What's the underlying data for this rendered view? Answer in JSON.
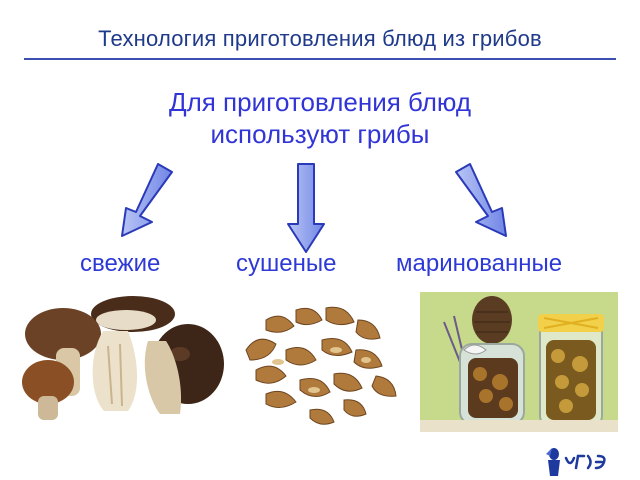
{
  "slide": {
    "title": "Технология приготовления блюд из грибов",
    "subtitle_line1": "Для приготовления блюд",
    "subtitle_line2": "используют грибы"
  },
  "categories": [
    {
      "label": "свежие"
    },
    {
      "label": "сушеные"
    },
    {
      "label": "маринованные"
    }
  ],
  "colors": {
    "title_text": "#1f3a8a",
    "subtitle_text": "#3235d6",
    "rule": "#3b4fb0",
    "arrow_fill": "#8fa0ec"
  },
  "icons": [
    "down-arrow-left-icon",
    "down-arrow-center-icon",
    "down-arrow-right-icon",
    "vguyes-logo-icon"
  ]
}
